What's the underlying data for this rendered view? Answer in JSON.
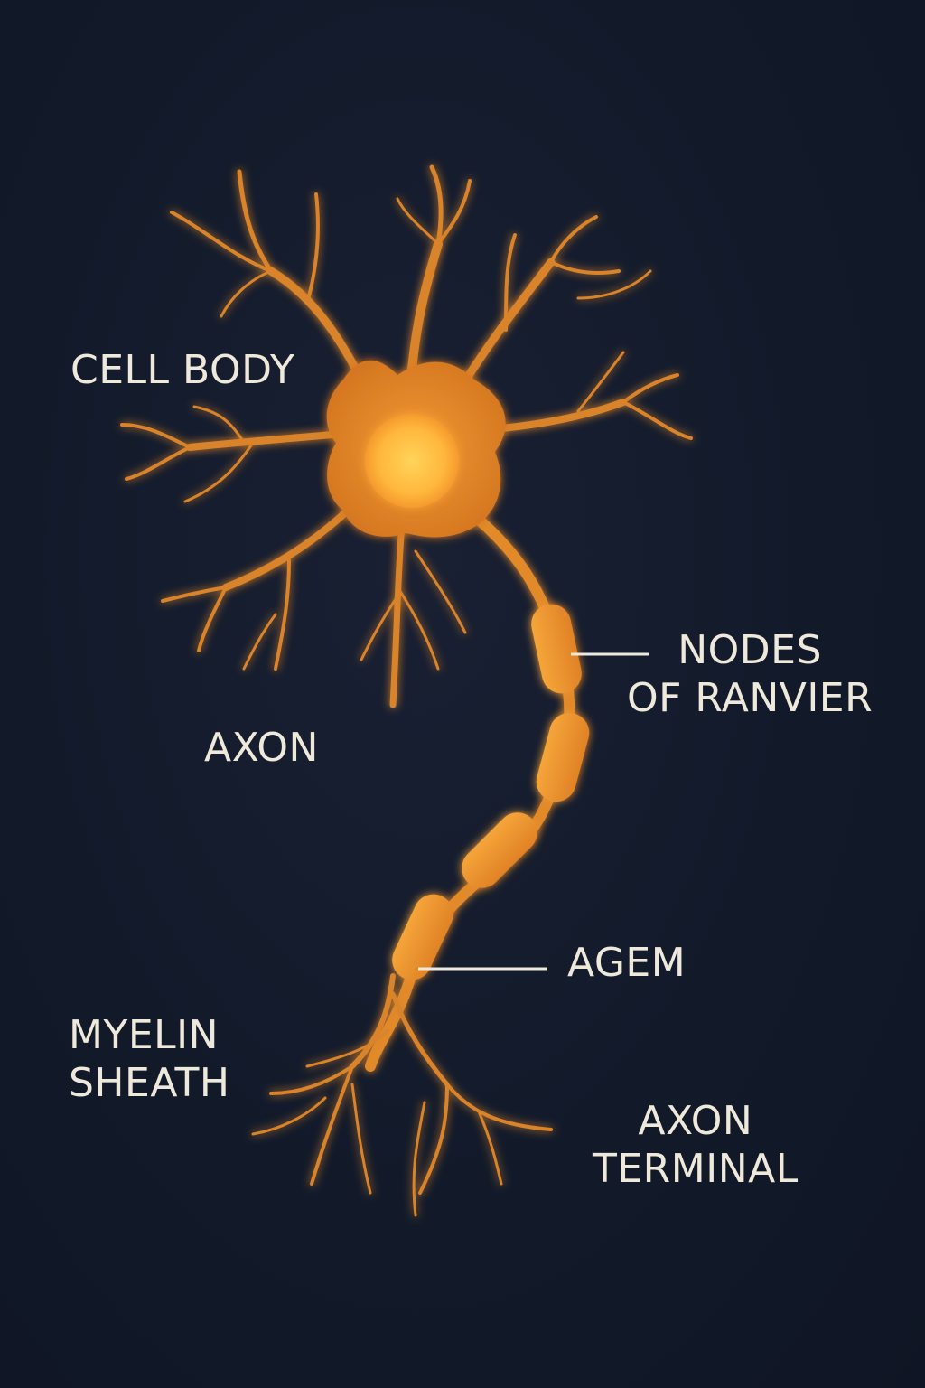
{
  "labels": {
    "cell_body": "CELL BODY",
    "axon": "AXON",
    "nodes_line1": "NODES",
    "nodes_line2": "OF RANVIER",
    "agem": "AGEM",
    "myelin_line1": "MYELIN",
    "myelin_line2": "SHEATH",
    "terminal_line1": "AXON",
    "terminal_line2": "TERMINAL"
  },
  "colors": {
    "background": "#121a2a",
    "neuron": "#e0862a",
    "neuron_glow": "#f5a23a",
    "nucleus": "#ffc445",
    "label_text": "#efe9dc"
  }
}
